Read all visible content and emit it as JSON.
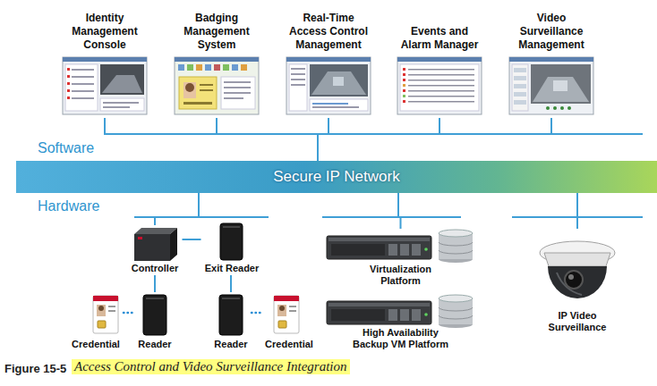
{
  "diagram": {
    "caption": "Access Control and Video Surveillance Integration",
    "nodes": [
      {
        "text": [
          "Identity Management Console"
        ]
      },
      {
        "text": [
          "Badging Management System"
        ]
      },
      {
        "text": [
          "Real-Time Access Control Management"
        ]
      },
      {
        "text": [
          "Events and Alarm Manager"
        ]
      },
      {
        "text": [
          "Video Surveillance Management"
        ]
      },
      {
        "text": [
          "Secure IP Network"
        ]
      },
      {
        "text": [
          "Controller"
        ]
      },
      {
        "text": [
          "Exit Reader"
        ]
      },
      {
        "text": [
          "Credential"
        ]
      },
      {
        "text": [
          "Reader"
        ]
      },
      {
        "text": [
          "Reader"
        ]
      },
      {
        "text": [
          "Credential"
        ]
      },
      {
        "text": [
          "Virtualization Platform"
        ]
      },
      {
        "text": [
          "High Availability Backup VM Platform"
        ]
      },
      {
        "text": [
          "IP Video Surveillance"
        ]
      }
    ],
    "edges": [
      {
        "from": 0,
        "to": 5,
        "arrow": "none"
      },
      {
        "from": 1,
        "to": 5,
        "arrow": "none"
      },
      {
        "from": 2,
        "to": 5,
        "arrow": "none"
      },
      {
        "from": 3,
        "to": 5,
        "arrow": "none"
      },
      {
        "from": 4,
        "to": 5,
        "arrow": "none"
      },
      {
        "from": 5,
        "to": 6,
        "arrow": "none"
      },
      {
        "from": 6,
        "to": 7,
        "arrow": "none"
      },
      {
        "from": 6,
        "to": 9,
        "arrow": "none"
      },
      {
        "from": 7,
        "to": 10,
        "arrow": "none"
      },
      {
        "from": 8,
        "to": 9,
        "arrow": "none"
      },
      {
        "from": 10,
        "to": 11,
        "arrow": "none"
      },
      {
        "from": 5,
        "to": 12,
        "arrow": "none"
      },
      {
        "from": 5,
        "to": 14,
        "arrow": "none"
      }
    ],
    "labels": [
      "Software",
      "Hardware",
      "Figure 15-5"
    ]
  }
}
